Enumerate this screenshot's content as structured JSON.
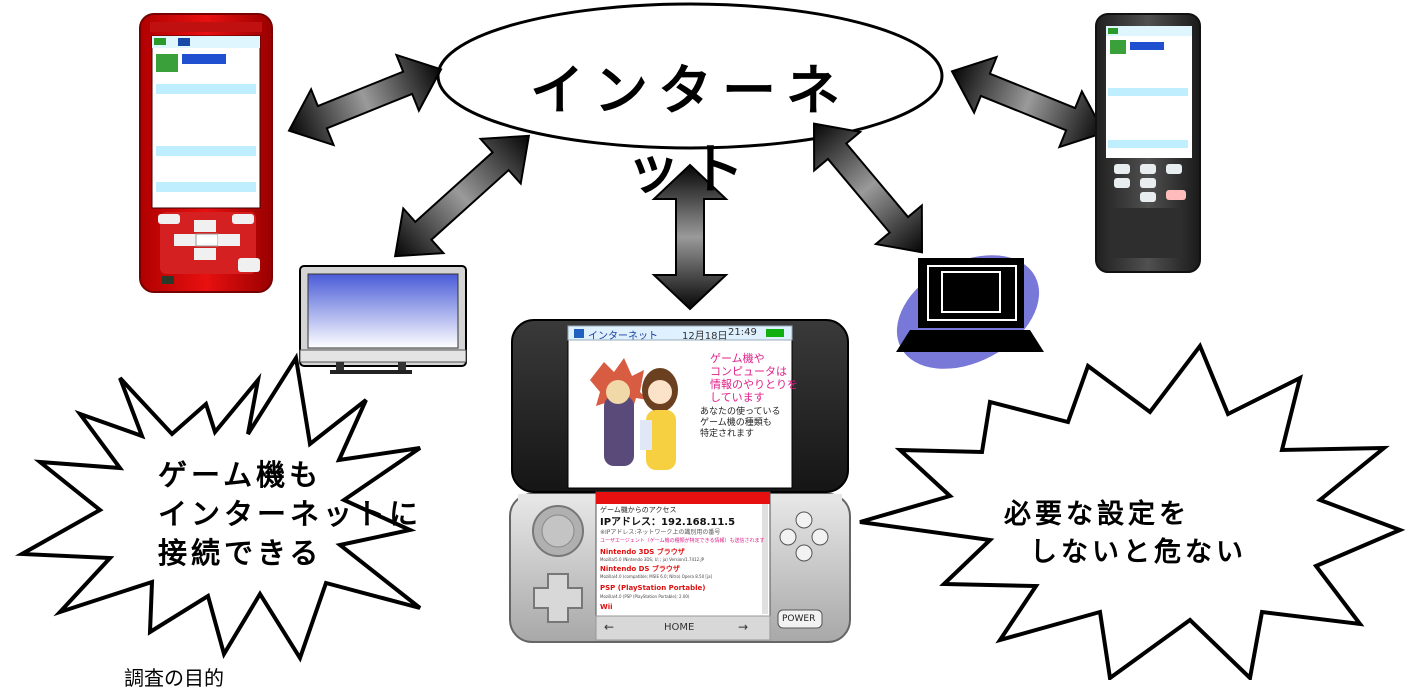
{
  "center": {
    "label": "インターネット"
  },
  "bubbles": {
    "left_lines": [
      "ゲーム機も",
      "インターネットに",
      "接続できる"
    ],
    "right_lines": [
      "必要な設定を",
      "しないと危ない"
    ]
  },
  "top_screen": {
    "header": "インターネット",
    "date": "12月18日",
    "time": "21:49",
    "message": [
      "ゲーム機や",
      "コンピュータは",
      "情報のやりとりを",
      "しています"
    ],
    "note": [
      "あなたの使っている",
      "ゲーム機の種類も",
      "特定されます"
    ]
  },
  "bottom_screen": {
    "access_label": "ゲーム機からのアクセス",
    "ip_line": "IPアドレス：192.168.11.5",
    "ip_note": "※IPアドレス:ネットワーク上の識別用の番号",
    "ua_line": "ユーザエージェント（ゲーム機の種類が特定できる情報）も送信されます",
    "entries": [
      {
        "title": "Nintendo 3DS ブラウザ",
        "ua": "Mozilla/5.0 (Nintendo 3DS; U; ; ja) Version/1.7412.JP"
      },
      {
        "title": "Nintendo DS ブラウザ",
        "ua": "Mozilla/4.0 (compatible; MSIE 6.0; Nitro) Opera 8.50 [ja]"
      },
      {
        "title": "PSP (PlayStation Portable)",
        "ua": "Mozilla/4.0 (PSP (PlayStation Portable); 2.00)"
      },
      {
        "title": "Wii",
        "ua": ""
      }
    ],
    "nav_back": "←",
    "nav_home": "HOME",
    "nav_forward": "→"
  },
  "console": {
    "power_label": "POWER"
  },
  "bottom_left_text": "調査の目的"
}
